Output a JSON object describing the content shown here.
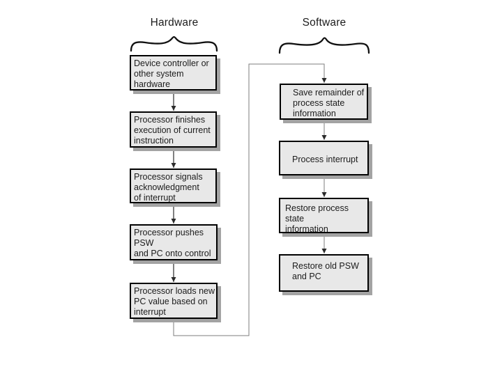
{
  "diagram": {
    "hardware": {
      "title": "Hardware",
      "steps": [
        "Device controller or\nother system hardware\nissues an interrupt",
        "Processor finishes\nexecution of current\ninstruction",
        "Processor signals\nacknowledgment\nof interrupt",
        "Processor pushes PSW\nand PC onto control\nstack",
        "Processor loads new\nPC value based on\ninterrupt"
      ]
    },
    "software": {
      "title": "Software",
      "steps": [
        "Save remainder of\nprocess state\ninformation",
        "Process interrupt",
        "Restore process state\ninformation",
        "Restore old PSW\nand PC"
      ]
    }
  },
  "colors": {
    "box-fill": "#e8e8e8",
    "box-border": "#000000",
    "box-shadow": "#a3a3a3",
    "connector": "#7d7d7d",
    "arrow-dark": "#2b2b2b",
    "text": "#1c1c1c",
    "brace": "#111111"
  }
}
